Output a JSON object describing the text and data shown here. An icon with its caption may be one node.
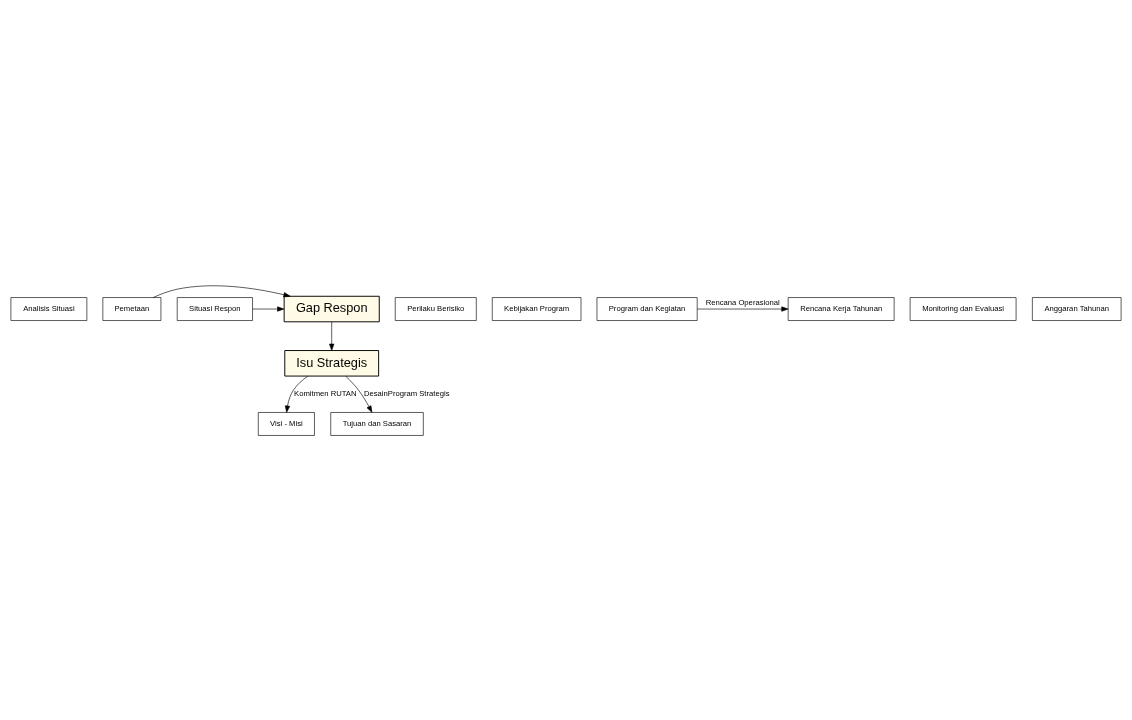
{
  "diagram": {
    "nodes": [
      {
        "text": [
          "Analisis Situasi"
        ]
      },
      {
        "text": [
          "Pemetaan"
        ]
      },
      {
        "text": [
          "Perilaku Berisiko"
        ]
      },
      {
        "text": [
          "Gap Respon"
        ]
      },
      {
        "text": [
          "Situasi Respon"
        ]
      },
      {
        "text": [
          "Isu Strategis"
        ]
      },
      {
        "text": [
          "Visi - Misi"
        ]
      },
      {
        "text": [
          "Kebijakan Program"
        ]
      },
      {
        "text": [
          "Tujuan dan Sasaran"
        ]
      },
      {
        "text": [
          "Program dan Kegiatan"
        ]
      },
      {
        "text": [
          "Monitoring dan Evaluasi"
        ]
      },
      {
        "text": [
          "Rencana Kerja Tahunan"
        ]
      },
      {
        "text": [
          "Anggaran Tahunan"
        ]
      }
    ],
    "edges": [
      {
        "from": 1,
        "to": 3,
        "arrow": "to"
      },
      {
        "from": 4,
        "to": 3,
        "arrow": "to"
      },
      {
        "from": 3,
        "to": 5,
        "arrow": "to"
      },
      {
        "from": 5,
        "to": 6,
        "label": "Komitmen RUTAN",
        "arrow": "to"
      },
      {
        "from": 5,
        "to": 8,
        "label": "DesainProgram Strategis",
        "arrow": "to"
      },
      {
        "from": 9,
        "to": 11,
        "label": "Rencana Operasional",
        "arrow": "to"
      }
    ]
  }
}
